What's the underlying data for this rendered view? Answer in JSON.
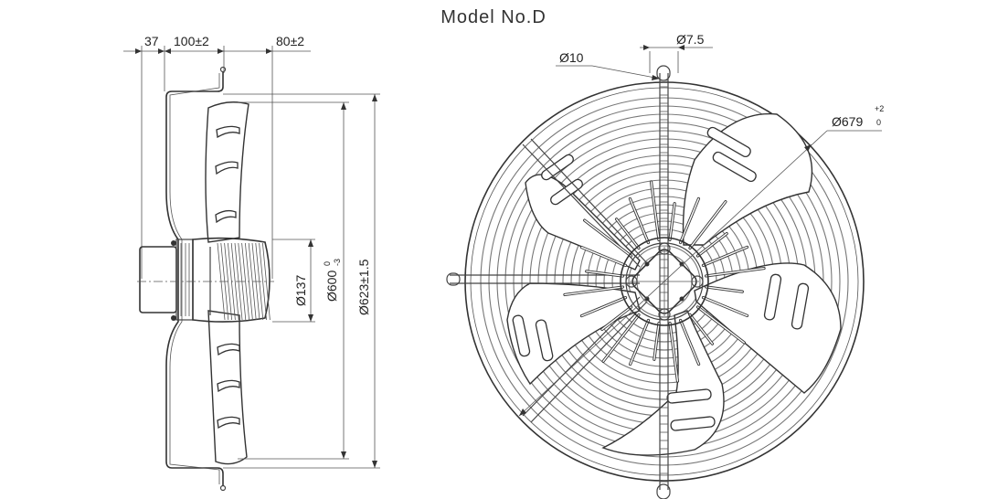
{
  "title": "Model No.D",
  "side_view": {
    "dims": {
      "d37": "37",
      "d100": "100±2",
      "d80": "80±2",
      "d137": "Ø137",
      "d600": "Ø600",
      "d600_tol": "-3",
      "d600_tol_top": "0",
      "d623": "Ø623±1.5"
    }
  },
  "front_view": {
    "dims": {
      "d10": "Ø10",
      "d75": "Ø7.5",
      "d679": "Ø679",
      "d679_tol_top": "+2",
      "d679_tol_bottom": "0"
    }
  }
}
